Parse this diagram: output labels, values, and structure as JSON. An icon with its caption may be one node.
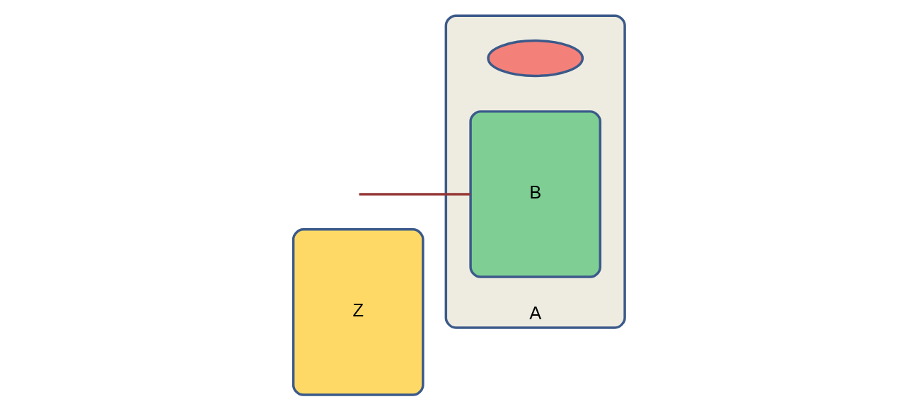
{
  "diagram": {
    "nodes": [
      {
        "text": [
          "Z"
        ]
      },
      {
        "text": [
          "A"
        ]
      },
      {
        "text": [],
        "shape": "ellipse",
        "in": 1
      },
      {
        "text": [
          "B"
        ],
        "in": 1
      }
    ],
    "edges": [
      {
        "from": null,
        "to": 3,
        "arrow": "none"
      }
    ]
  }
}
